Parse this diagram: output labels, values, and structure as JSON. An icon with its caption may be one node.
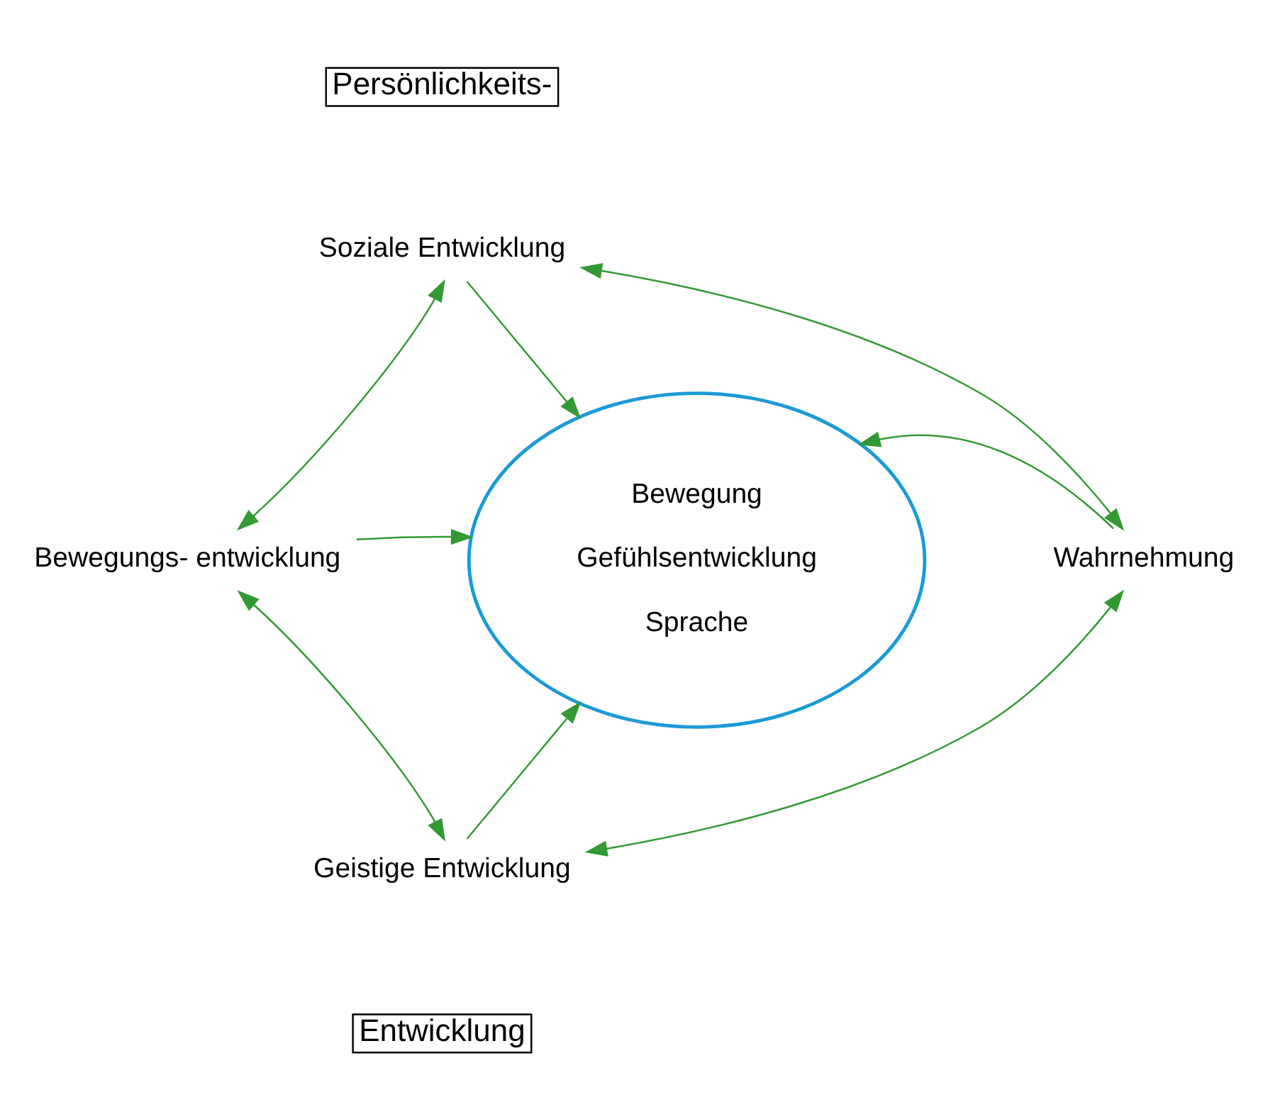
{
  "diagram": {
    "nodes": [
      {
        "text": [
          "Persönlichkeits-"
        ]
      },
      {
        "text": [
          "Soziale Entwicklung"
        ]
      },
      {
        "text": [
          "Bewegungs- entwicklung"
        ]
      },
      {
        "text": [
          "Bewegung",
          "Gefühlsentwicklung",
          "Sprache"
        ]
      },
      {
        "text": [
          "Wahrnehmung"
        ]
      },
      {
        "text": [
          "Geistige Entwicklung"
        ]
      },
      {
        "text": [
          "Entwicklung"
        ]
      }
    ],
    "edges": [
      {
        "from": 1,
        "to": 3,
        "arrow": "to"
      },
      {
        "from": 2,
        "to": 3,
        "arrow": "to"
      },
      {
        "from": 4,
        "to": 3,
        "arrow": "to"
      },
      {
        "from": 5,
        "to": 3,
        "arrow": "to"
      },
      {
        "from": 1,
        "to": 2,
        "arrow": "both"
      },
      {
        "from": 1,
        "to": 4,
        "arrow": "both"
      },
      {
        "from": 2,
        "to": 5,
        "arrow": "both"
      },
      {
        "from": 4,
        "to": 5,
        "arrow": "both"
      }
    ]
  }
}
